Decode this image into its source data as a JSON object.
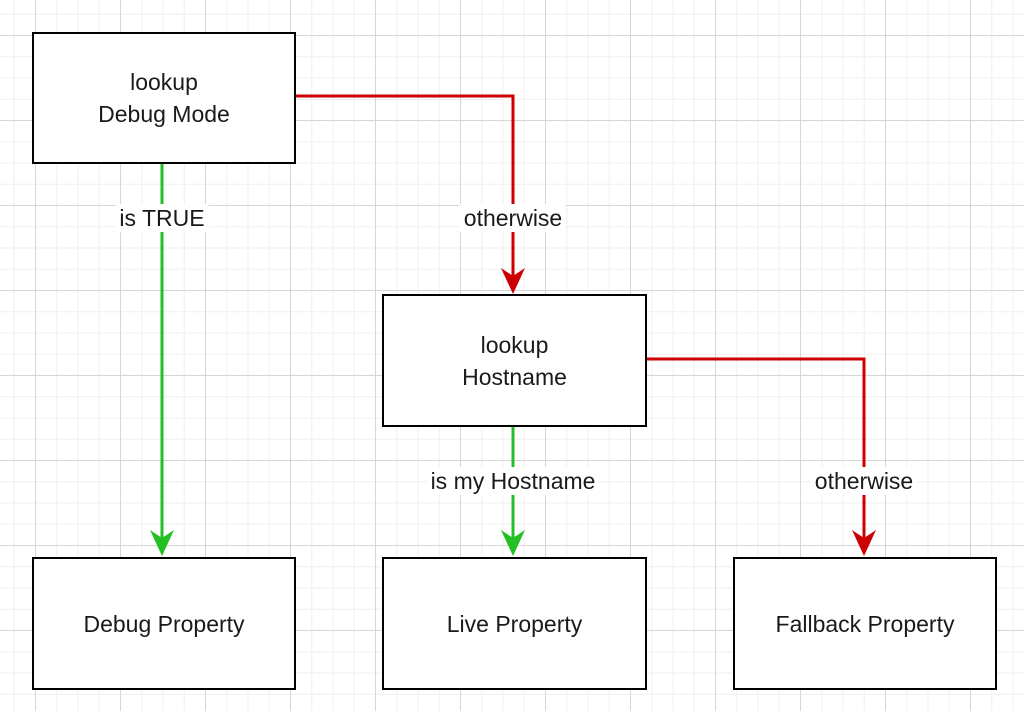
{
  "colors": {
    "true_edge": "#22c022",
    "otherwise_edge": "#cc0000",
    "node_border": "#000000"
  },
  "nodes": {
    "lookup_debug": {
      "line1": "lookup",
      "line2": "Debug Mode"
    },
    "lookup_hostname": {
      "line1": "lookup",
      "line2": "Hostname"
    },
    "debug_property": {
      "label": "Debug Property"
    },
    "live_property": {
      "label": "Live Property"
    },
    "fallback_property": {
      "label": "Fallback Property"
    }
  },
  "edges": {
    "debug_is_true": {
      "label": "is TRUE",
      "from": "lookup_debug",
      "to": "debug_property"
    },
    "debug_otherwise": {
      "label": "otherwise",
      "from": "lookup_debug",
      "to": "lookup_hostname"
    },
    "host_is_mine": {
      "label": "is my Hostname",
      "from": "lookup_hostname",
      "to": "live_property"
    },
    "host_otherwise": {
      "label": "otherwise",
      "from": "lookup_hostname",
      "to": "fallback_property"
    }
  }
}
